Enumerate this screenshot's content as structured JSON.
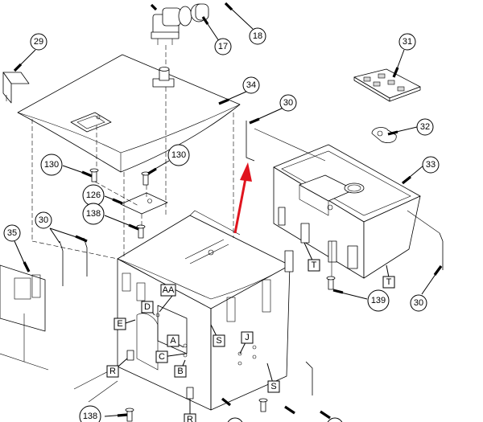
{
  "colors": {
    "annotation_arrow": "#e0141e",
    "line": "#000000",
    "background": "#ffffff"
  },
  "callouts": [
    {
      "id": "c17",
      "label": "17"
    },
    {
      "id": "c18",
      "label": "18"
    },
    {
      "id": "c29",
      "label": "29"
    },
    {
      "id": "c34",
      "label": "34"
    },
    {
      "id": "c31",
      "label": "31"
    },
    {
      "id": "c30a",
      "label": "30"
    },
    {
      "id": "c32",
      "label": "32"
    },
    {
      "id": "c33",
      "label": "33"
    },
    {
      "id": "c130a",
      "label": "130"
    },
    {
      "id": "c130b",
      "label": "130"
    },
    {
      "id": "c126",
      "label": "126"
    },
    {
      "id": "c138a",
      "label": "138"
    },
    {
      "id": "c30b",
      "label": "30"
    },
    {
      "id": "c35",
      "label": "35"
    },
    {
      "id": "c139",
      "label": "139"
    },
    {
      "id": "c30c",
      "label": "30"
    },
    {
      "id": "c138b",
      "label": "138"
    }
  ],
  "letter_tags": [
    {
      "id": "tAA",
      "label": "AA"
    },
    {
      "id": "tD",
      "label": "D"
    },
    {
      "id": "tE",
      "label": "E"
    },
    {
      "id": "tA",
      "label": "A"
    },
    {
      "id": "tC",
      "label": "C"
    },
    {
      "id": "tB",
      "label": "B"
    },
    {
      "id": "tR1",
      "label": "R"
    },
    {
      "id": "tR2",
      "label": "R"
    },
    {
      "id": "tS1",
      "label": "S"
    },
    {
      "id": "tJ",
      "label": "J"
    },
    {
      "id": "tS2",
      "label": "S"
    },
    {
      "id": "tT1",
      "label": "T"
    },
    {
      "id": "tT2",
      "label": "T"
    }
  ]
}
